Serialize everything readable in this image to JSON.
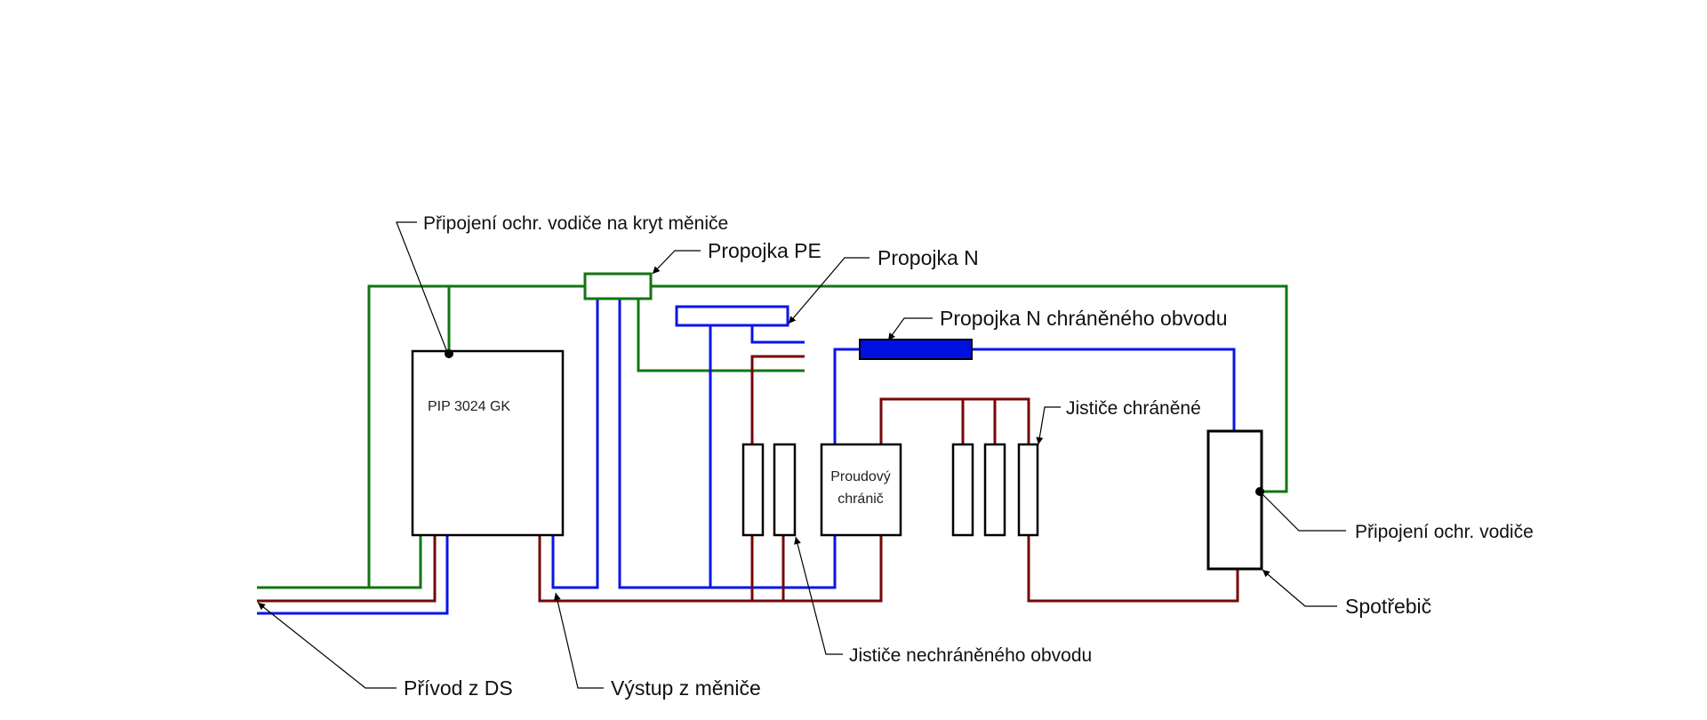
{
  "colors": {
    "pe_green": "#127512",
    "neutral_blue": "#0a14e6",
    "phase_red": "#740808",
    "n_bridge_fill": "#0010e0"
  },
  "components": {
    "inverter": "PIP 3024 GK",
    "rcd_line1": "Proudový",
    "rcd_line2": "chránič"
  },
  "labels": {
    "pe_to_inverter_case": "Připojení ochr. vodiče na kryt měniče",
    "pe_bridge": "Propojka PE",
    "n_bridge": "Propojka N",
    "n_bridge_protected": "Propojka N chráněného obvodu",
    "protected_breakers": "Jističe chráněné",
    "pe_connection": "Připojení ochr. vodiče",
    "appliance": "Spotřebič",
    "unprotected_breakers": "Jističe nechráněného obvodu",
    "inverter_output": "Výstup z měniče",
    "grid_input": "Přívod z DS"
  }
}
